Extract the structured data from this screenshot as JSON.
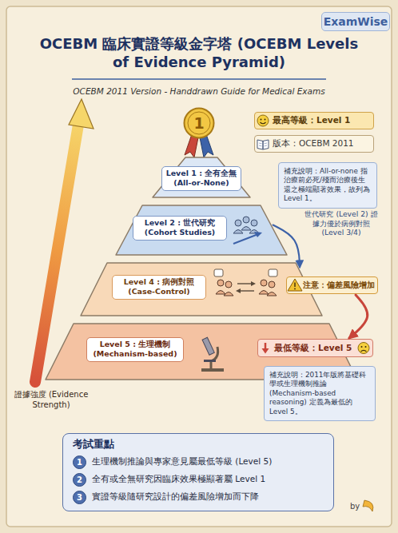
{
  "diagram": {
    "title": "OCEBM 臨床實證等級金字塔 (OCEBM Levels of Evidence Pyramid)",
    "nodes": [
      {
        "text": [
          "1"
        ]
      },
      {
        "text": [
          "最高等級：Level 1"
        ]
      },
      {
        "text": [
          "版本：OCEBM 2011"
        ]
      },
      {
        "text": [
          "Level 1 : 全有全無 (All-or-None)"
        ]
      },
      {
        "text": [
          "補充說明：All-or-none 指治療前必死/殘而治療後生還之極端顯著效果，故列為 Level 1。"
        ]
      },
      {
        "text": [
          "Level 2 : 世代研究 (Cohort Studies)"
        ]
      },
      {
        "text": [
          "Level 4 : 病例對照 (Case-Control)"
        ]
      },
      {
        "text": [
          "注意：偏差風險增加"
        ]
      },
      {
        "text": [
          "Level 5 : 生理機制 (Mechanism-based)"
        ]
      },
      {
        "text": [
          "最低等級：Level 5"
        ]
      },
      {
        "text": [
          "補充說明：2011年版將基礎科學或生理機制推論 (Mechanism-based reasoning) 定義為最低的 Level 5。"
        ]
      },
      {
        "text": [
          "考試重點",
          "生理機制推論與專家意見屬最低等級 (Level 5)",
          "全有或全無研究因臨床效果極顯著屬 Level 1",
          "實證等級隨研究設計的偏差風險增加而下降"
        ]
      },
      {
        "text": [
          "1"
        ],
        "in": 11
      },
      {
        "text": [
          "2"
        ],
        "in": 11
      },
      {
        "text": [
          "3"
        ],
        "in": 11
      }
    ],
    "edges": [
      {
        "from": 5,
        "to": 6,
        "arrow": "to",
        "label": "世代研究 (Level 2) 證據力優於病例對照 (Level 3/4)"
      },
      {
        "from": 7,
        "to": 9,
        "arrow": "to"
      }
    ],
    "labels": [
      "ExamWise",
      "OCEBM 2011 Version - Handdrawn Guide for Medical Exams",
      "證據強度 (Evidence Strength)",
      "by"
    ]
  }
}
